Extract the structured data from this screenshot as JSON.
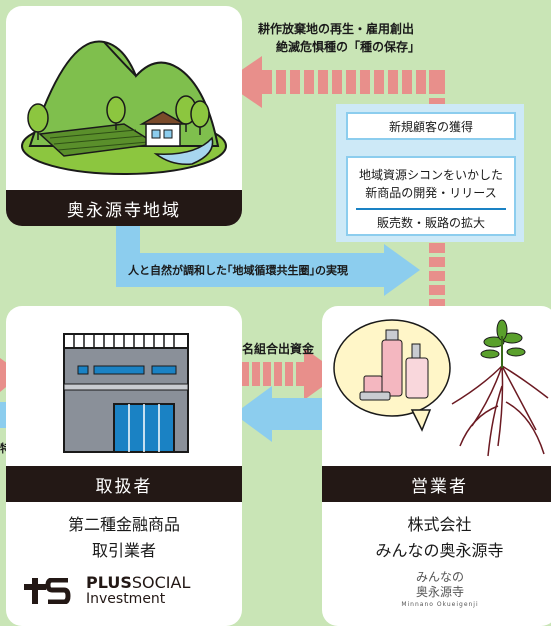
{
  "region_card": {
    "label": "奥永源寺地域"
  },
  "handler_card": {
    "label": "取扱者",
    "description_line1": "第二種金融商品",
    "description_line2": "取引業者",
    "logo_bold": "PLUS",
    "logo_light": "SOCIAL",
    "logo_sub": "Investment"
  },
  "operator_card": {
    "label": "営業者",
    "company_line1": "株式会社",
    "company_line2": "みんなの奥永源寺",
    "logo_line1": "みんなの",
    "logo_line2": "奥永源寺",
    "logo_roman": "Minnano Okueigenji"
  },
  "flows": {
    "top_line1": "耕作放棄地の再生・雇用創出",
    "top_line2": "絶滅危惧種の「種の保存」",
    "middle": "人と自然が調和した｢地域循環共生圏｣の実現",
    "investment": "匿名組合出資金",
    "benefit_partial": "特典"
  },
  "activities": {
    "item1": "新規顧客の獲得",
    "item2_line1": "地域資源シコンをいかした",
    "item2_line2": "新商品の開発・リリース",
    "item3": "販売数・販路の拡大"
  },
  "colors": {
    "background": "#c9e5b6",
    "card_bar": "#231815",
    "pink_arrow": "#e88f8b",
    "blue_arrow": "#8ccdee",
    "activity_panel": "#cde9f7"
  }
}
